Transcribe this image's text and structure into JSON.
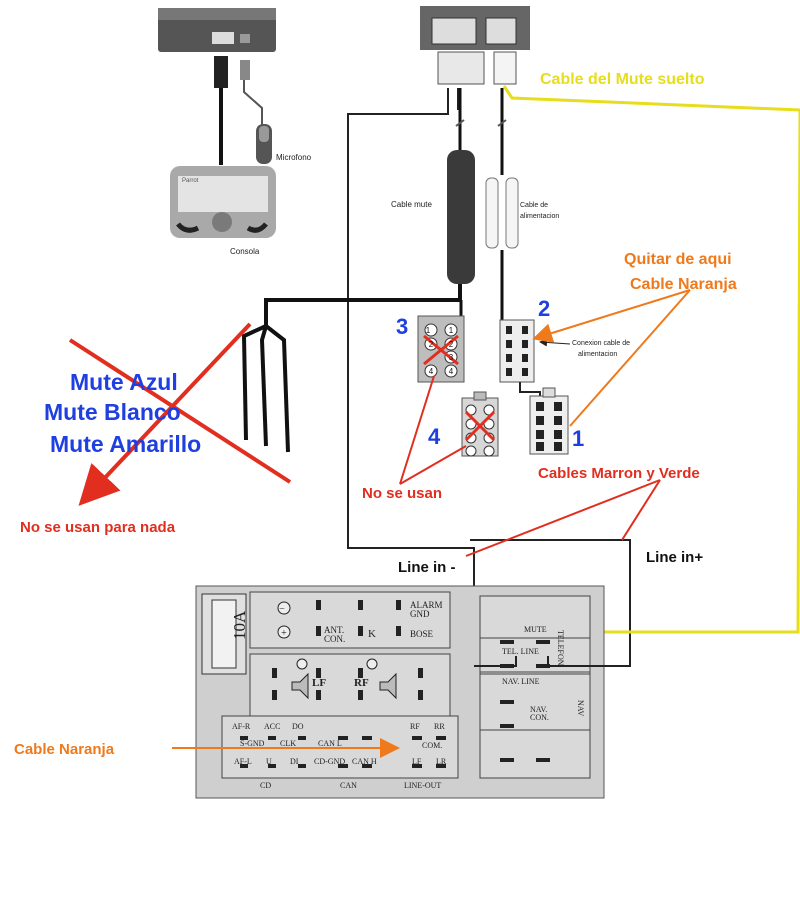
{
  "colors": {
    "yellow": "#e6de1c",
    "orange": "#ee7a1c",
    "red": "#e12e1f",
    "blue": "#1f3fe0",
    "black": "#111111",
    "panel": "#cfcfcf"
  },
  "device_labels": {
    "microphone": "Microfono",
    "console": "Consola",
    "brand": "Parrot",
    "mute_cable": "Cable mute",
    "power_cable_line1": "Cable de",
    "power_cable_line2": "alimentacion",
    "power_conn_line1": "Conexion cable de",
    "power_conn_line2": "alimentacion"
  },
  "annotations": {
    "mute_cable_loose": "Cable del Mute suelto",
    "remove_here": "Quitar de aqui",
    "orange_cable": "Cable Naranja",
    "brown_green_cables": "Cables Marron y Verde",
    "not_used": "No se usan",
    "not_used_at_all": "No se usan para nada",
    "line_in_minus": "Line in -",
    "line_in_plus": "Line in+",
    "orange_cable_left": "Cable Naranja",
    "mute_blue": "Mute Azul",
    "mute_white": "Mute Blanco",
    "mute_yellow": "Mute Amarillo"
  },
  "connector_numbers": {
    "n1": "1",
    "n2": "2",
    "n3": "3",
    "n4": "4"
  },
  "pins": [
    "1",
    "2",
    "3",
    "4"
  ],
  "radio_panel": {
    "fuse": "10A",
    "alarm_gnd_1": "ALARM",
    "alarm_gnd_2": "GND",
    "ant_con_1": "ANT.",
    "ant_con_2": "CON.",
    "k": "K",
    "bose": "BOSE",
    "lf": "LF",
    "rf": "RF",
    "mute": "MUTE",
    "tel_line": "TEL. LINE",
    "telefon": "TELEFON",
    "nav_line": "NAV. LINE",
    "nav_con_1": "NAV.",
    "nav_con_2": "CON.",
    "nav": "NAV",
    "afr": "AF-R",
    "acc": "ACC",
    "do": "DO",
    "sgnd": "S-GND",
    "clk": "CLK",
    "can_l": "CAN L",
    "afl": "AF-L",
    "u": "U",
    "di": "DI",
    "cd_gnd": "CD-GND",
    "can_h": "CAN H",
    "rf_out": "RF",
    "rr_out": "RR",
    "com": "COM.",
    "lf_out": "LF",
    "lr_out": "LR",
    "cd": "CD",
    "can": "CAN",
    "line_out": "LINE-OUT",
    "minus": "−",
    "plus": "+"
  }
}
